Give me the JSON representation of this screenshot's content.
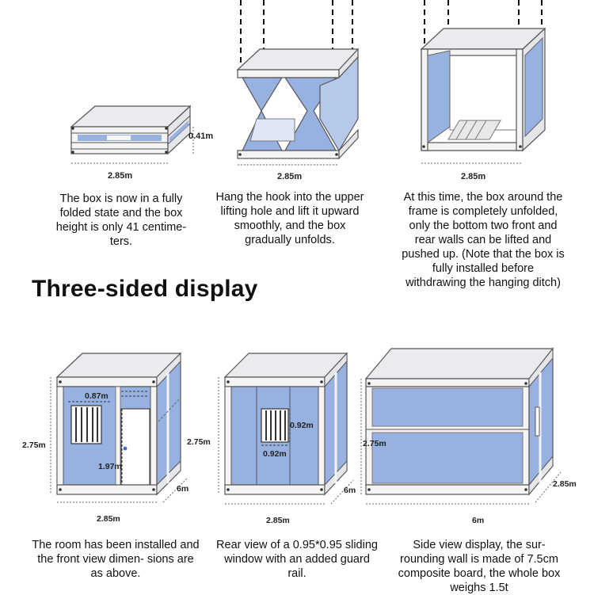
{
  "colors": {
    "panel_blue": "#97b1e0",
    "frame_white": "#f4f4f4",
    "roof": "#e9ebef",
    "outline": "#555555"
  },
  "steps": [
    {
      "dimensions": {
        "width": "2.85m",
        "height": "0.41m"
      },
      "caption": "The box is now in a fully folded state and the box height is only 41 centime- ters."
    },
    {
      "dimensions": {
        "width": "2.85m"
      },
      "caption": "Hang the hook into the upper lifting hole and lift it upward smoothly, and the box gradually unfolds."
    },
    {
      "dimensions": {
        "width": "2.85m"
      },
      "caption": "At this time, the box around the frame is completely unfolded, only the bottom two front and rear walls can be lifted and pushed up. (Note that the box is fully installed before withdrawing the hanging ditch)"
    }
  ],
  "section_title": "Three-sided display",
  "views": [
    {
      "dimensions": {
        "height": "2.75m",
        "width": "2.85m",
        "depth": "6m",
        "window": "0.87m",
        "door": "1.97m"
      },
      "caption": "The room has been installed and the front view dimen- sions are as above."
    },
    {
      "dimensions": {
        "height": "2.75m",
        "width": "2.85m",
        "depth": "6m",
        "window_w": "0.92m",
        "window_h": "0.92m"
      },
      "caption": "Rear view of a 0.95*0.95 sliding window with an added guard rail."
    },
    {
      "dimensions": {
        "height": "2.75m",
        "width": "6m",
        "depth": "2.85m"
      },
      "caption": "Side view display, the sur- rounding wall is made of 7.5cm composite board, the whole box weighs 1.5t"
    }
  ]
}
